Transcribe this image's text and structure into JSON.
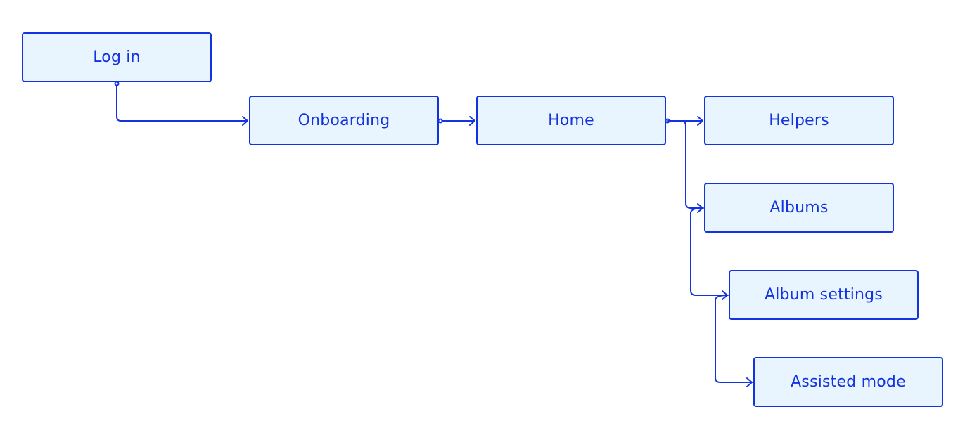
{
  "diagram": {
    "accent_color": "#1433e0",
    "node_fill": "#e8f5fe",
    "nodes": [
      {
        "id": "login",
        "label": "Log in"
      },
      {
        "id": "onboarding",
        "label": "Onboarding"
      },
      {
        "id": "home",
        "label": "Home"
      },
      {
        "id": "helpers",
        "label": "Helpers"
      },
      {
        "id": "albums",
        "label": "Albums"
      },
      {
        "id": "album_settings",
        "label": "Album settings"
      },
      {
        "id": "assisted_mode",
        "label": "Assisted mode"
      }
    ],
    "edges": [
      {
        "from": "login",
        "to": "onboarding"
      },
      {
        "from": "onboarding",
        "to": "home"
      },
      {
        "from": "home",
        "to": "helpers"
      },
      {
        "from": "home",
        "to": "albums"
      },
      {
        "from": "albums",
        "to": "album_settings"
      },
      {
        "from": "album_settings",
        "to": "assisted_mode"
      }
    ]
  }
}
